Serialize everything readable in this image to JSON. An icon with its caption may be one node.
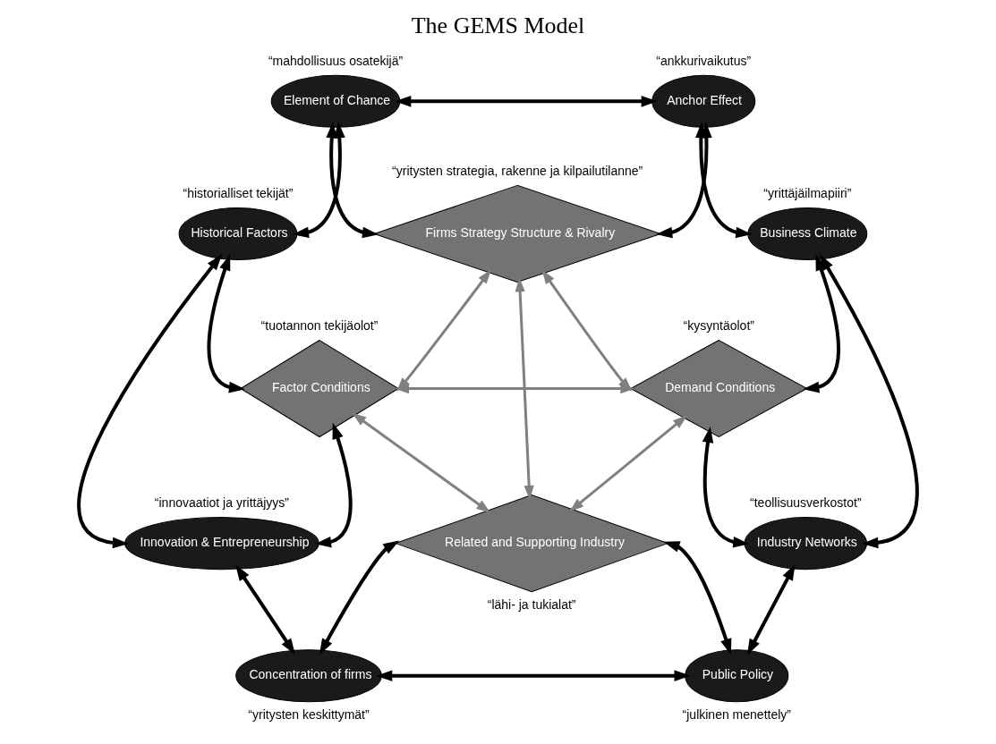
{
  "diagram": {
    "title": "The GEMS Model",
    "nodes": [
      {
        "text": [
          "Element of Chance"
        ],
        "beside": [
          "“mahdollisuus osatekijä”"
        ]
      },
      {
        "text": [
          "Anchor Effect"
        ],
        "beside": [
          "“ankkurivaikutus”"
        ]
      },
      {
        "text": [
          "Historical Factors"
        ],
        "beside": [
          "“historialliset tekijät”"
        ]
      },
      {
        "text": [
          "Firms Strategy Structure & Rivalry"
        ],
        "beside": [
          "“yritysten strategia, rakenne ja kilpailutilanne”"
        ]
      },
      {
        "text": [
          "Business Climate"
        ],
        "beside": [
          "“yrittäjäilmapiiri”"
        ]
      },
      {
        "text": [
          "Factor Conditions"
        ],
        "beside": [
          "“tuotannon tekijäolot”"
        ]
      },
      {
        "text": [
          "Demand Conditions"
        ],
        "beside": [
          "“kysyntäolot”"
        ]
      },
      {
        "text": [
          "Innovation & Entrepreneurship"
        ],
        "beside": [
          "“innovaatiot ja yrittäjyys”"
        ]
      },
      {
        "text": [
          "Related and Supporting Industry"
        ],
        "beside": [
          "“lähi- ja tukialat”"
        ]
      },
      {
        "text": [
          "Industry Networks"
        ],
        "beside": [
          "“teollisuusverkostot”"
        ]
      },
      {
        "text": [
          "Concentration of firms"
        ],
        "beside": [
          "“yritysten keskittymät”"
        ]
      },
      {
        "text": [
          "Public Policy"
        ],
        "beside": [
          "“julkinen menettely”"
        ]
      }
    ],
    "edges": [
      {
        "from": 0,
        "to": 1,
        "arrow": "both"
      },
      {
        "from": 2,
        "to": 0,
        "arrow": "both"
      },
      {
        "from": 1,
        "to": 4,
        "arrow": "both"
      },
      {
        "from": 0,
        "to": 3,
        "arrow": "both"
      },
      {
        "from": 1,
        "to": 3,
        "arrow": "both"
      },
      {
        "from": 2,
        "to": 7,
        "arrow": "both"
      },
      {
        "from": 2,
        "to": 5,
        "arrow": "both"
      },
      {
        "from": 7,
        "to": 5,
        "arrow": "both"
      },
      {
        "from": 4,
        "to": 9,
        "arrow": "both"
      },
      {
        "from": 4,
        "to": 6,
        "arrow": "both"
      },
      {
        "from": 9,
        "to": 6,
        "arrow": "both"
      },
      {
        "from": 3,
        "to": 5,
        "arrow": "both",
        "color": "#808080"
      },
      {
        "from": 3,
        "to": 6,
        "arrow": "both",
        "color": "#808080"
      },
      {
        "from": 5,
        "to": 6,
        "arrow": "both",
        "color": "#808080"
      },
      {
        "from": 3,
        "to": 8,
        "arrow": "both",
        "color": "#808080"
      },
      {
        "from": 5,
        "to": 8,
        "arrow": "both",
        "color": "#808080"
      },
      {
        "from": 6,
        "to": 8,
        "arrow": "both",
        "color": "#808080"
      },
      {
        "from": 7,
        "to": 10,
        "arrow": "both"
      },
      {
        "from": 10,
        "to": 11,
        "arrow": "both"
      },
      {
        "from": 8,
        "to": 10,
        "arrow": "both"
      },
      {
        "from": 8,
        "to": 11,
        "arrow": "both"
      },
      {
        "from": 9,
        "to": 11,
        "arrow": "both"
      }
    ]
  }
}
